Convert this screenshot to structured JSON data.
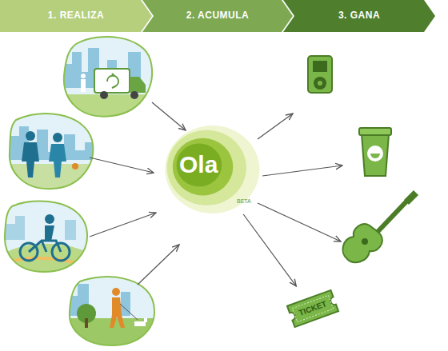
{
  "diagram": {
    "nodes": [
      {
        "text": [
          "1. REALIZA"
        ]
      },
      {
        "text": [
          "2. ACUMULA"
        ]
      },
      {
        "text": [
          "3. GANA"
        ]
      },
      {
        "text": [
          "Ola",
          "BETA"
        ]
      },
      {
        "text": [
          "TICKET"
        ]
      }
    ],
    "edges": [
      {
        "from": 3,
        "to": 4,
        "arrow": "to"
      }
    ]
  }
}
